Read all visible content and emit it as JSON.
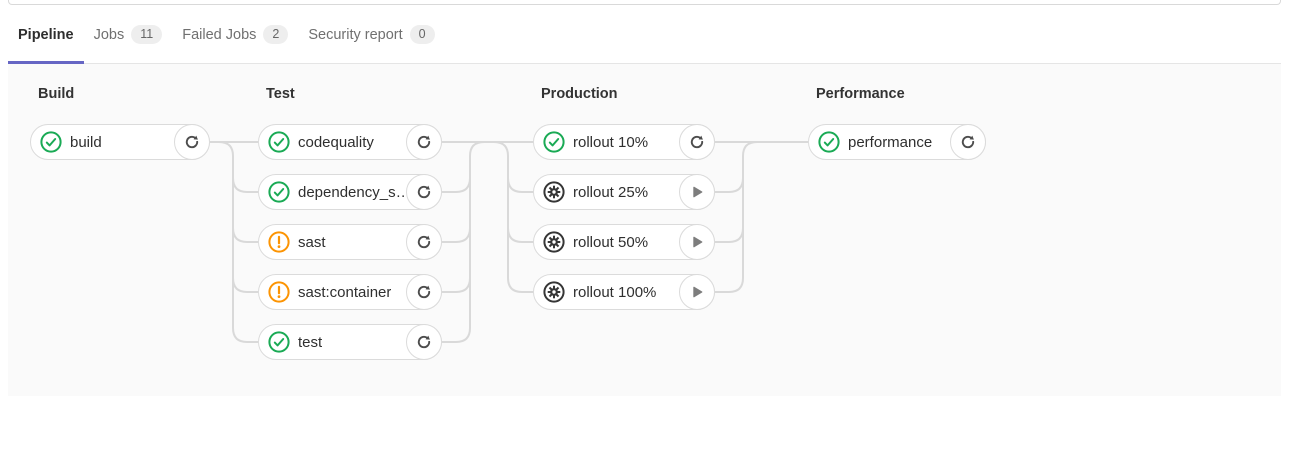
{
  "tabs": {
    "items": [
      {
        "label": "Pipeline",
        "active": true,
        "badge": null
      },
      {
        "label": "Jobs",
        "active": false,
        "badge": "11"
      },
      {
        "label": "Failed Jobs",
        "active": false,
        "badge": "2"
      },
      {
        "label": "Security report",
        "active": false,
        "badge": "0"
      }
    ]
  },
  "pipeline": {
    "stages": [
      {
        "name": "Build",
        "jobs": [
          {
            "name": "build",
            "status": "success",
            "status_icon": "status-success-icon",
            "action": "retry",
            "action_icon": "retry-icon"
          }
        ]
      },
      {
        "name": "Test",
        "jobs": [
          {
            "name": "codequality",
            "status": "success",
            "status_icon": "status-success-icon",
            "action": "retry",
            "action_icon": "retry-icon"
          },
          {
            "name": "dependency_s…",
            "status": "success",
            "status_icon": "status-success-icon",
            "action": "retry",
            "action_icon": "retry-icon"
          },
          {
            "name": "sast",
            "status": "warning",
            "status_icon": "status-warning-icon",
            "action": "retry",
            "action_icon": "retry-icon"
          },
          {
            "name": "sast:container",
            "status": "warning",
            "status_icon": "status-warning-icon",
            "action": "retry",
            "action_icon": "retry-icon"
          },
          {
            "name": "test",
            "status": "success",
            "status_icon": "status-success-icon",
            "action": "retry",
            "action_icon": "retry-icon"
          }
        ]
      },
      {
        "name": "Production",
        "jobs": [
          {
            "name": "rollout 10%",
            "status": "success",
            "status_icon": "status-success-icon",
            "action": "retry",
            "action_icon": "retry-icon"
          },
          {
            "name": "rollout 25%",
            "status": "manual",
            "status_icon": "status-manual-icon",
            "action": "play",
            "action_icon": "play-icon"
          },
          {
            "name": "rollout 50%",
            "status": "manual",
            "status_icon": "status-manual-icon",
            "action": "play",
            "action_icon": "play-icon"
          },
          {
            "name": "rollout 100%",
            "status": "manual",
            "status_icon": "status-manual-icon",
            "action": "play",
            "action_icon": "play-icon"
          }
        ]
      },
      {
        "name": "Performance",
        "jobs": [
          {
            "name": "performance",
            "status": "success",
            "status_icon": "status-success-icon",
            "action": "retry",
            "action_icon": "retry-icon"
          }
        ]
      }
    ]
  },
  "colors": {
    "success": "#1aaa55",
    "warning": "#fc9403",
    "manual": "#363636",
    "retry_glyph": "#4d4d4d",
    "play_glyph": "#7d7d7d",
    "tab_active_underline": "#6666c4",
    "connector": "#d9d9d9",
    "graph_background": "#fafafa"
  }
}
